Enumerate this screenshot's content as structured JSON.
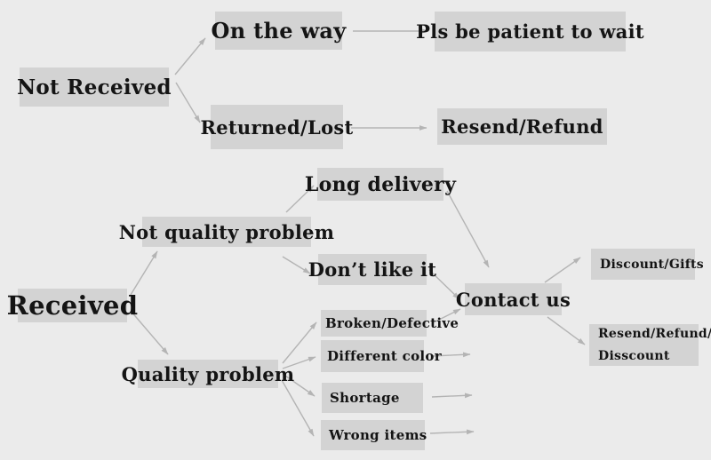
{
  "diagram_title": "Order problem resolution flowchart",
  "colors": {
    "background": "#ebebeb",
    "box_fill": "#d3d3d3",
    "text": "#141414",
    "arrow": "#b4b4b4"
  },
  "nodes": {
    "not_received": {
      "label": "Not Received"
    },
    "on_the_way": {
      "label": "On the way"
    },
    "pls_be_patient": {
      "label": "Pls be patient to wait"
    },
    "returned_lost": {
      "label": "Returned/Lost"
    },
    "resend_refund": {
      "label": "Resend/Refund"
    },
    "received": {
      "label": "Received"
    },
    "not_quality_problem": {
      "label": "Not quality problem"
    },
    "long_delivery": {
      "label": "Long delivery"
    },
    "dont_like_it": {
      "label": "Don’t like it"
    },
    "contact_us": {
      "label": "Contact us"
    },
    "broken_defective": {
      "label": "Broken/Defective"
    },
    "different_color": {
      "label": "Different color"
    },
    "shortage": {
      "label": "Shortage"
    },
    "wrong_items": {
      "label": "Wrong items"
    },
    "quality_problem": {
      "label": "Quality problem"
    },
    "discount_gifts": {
      "label": "Discount/Gifts"
    },
    "resend_refund_disscount": {
      "label_line1": "Resend/Refund/",
      "label_line2": "Disscount"
    }
  },
  "edges": [
    {
      "from": "not_received",
      "to": "on_the_way"
    },
    {
      "from": "not_received",
      "to": "returned_lost"
    },
    {
      "from": "on_the_way",
      "to": "pls_be_patient"
    },
    {
      "from": "returned_lost",
      "to": "resend_refund"
    },
    {
      "from": "received",
      "to": "not_quality_problem"
    },
    {
      "from": "received",
      "to": "quality_problem"
    },
    {
      "from": "not_quality_problem",
      "to": "long_delivery"
    },
    {
      "from": "not_quality_problem",
      "to": "dont_like_it"
    },
    {
      "from": "long_delivery",
      "to": "contact_us"
    },
    {
      "from": "dont_like_it",
      "to": "contact_us"
    },
    {
      "from": "broken_defective",
      "to": "contact_us"
    },
    {
      "from": "different_color",
      "to": "contact_us"
    },
    {
      "from": "shortage",
      "to": "contact_us"
    },
    {
      "from": "wrong_items",
      "to": "contact_us"
    },
    {
      "from": "quality_problem",
      "to": "broken_defective"
    },
    {
      "from": "quality_problem",
      "to": "different_color"
    },
    {
      "from": "quality_problem",
      "to": "shortage"
    },
    {
      "from": "quality_problem",
      "to": "wrong_items"
    },
    {
      "from": "contact_us",
      "to": "discount_gifts"
    },
    {
      "from": "contact_us",
      "to": "resend_refund_disscount"
    }
  ]
}
